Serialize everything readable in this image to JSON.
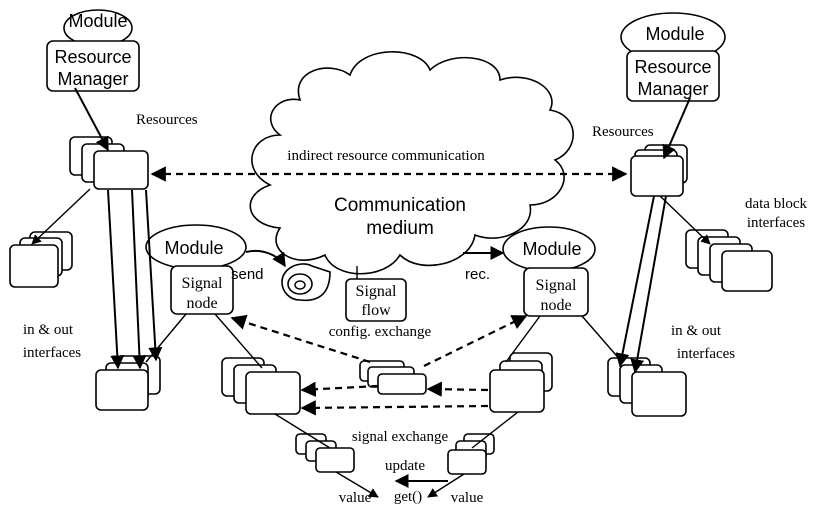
{
  "modules": {
    "left_top": {
      "title": "Module",
      "inner_line1": "Resource",
      "inner_line2": "Manager"
    },
    "right_top": {
      "title": "Module",
      "inner_line1": "Resource",
      "inner_line2": "Manager"
    },
    "left_signal": {
      "title": "Module",
      "inner_line1": "Signal",
      "inner_line2": "node"
    },
    "right_signal": {
      "title": "Module",
      "inner_line1": "Signal",
      "inner_line2": "node"
    }
  },
  "cloud": {
    "line1": "Communication",
    "line2": "medium"
  },
  "signal_flow": {
    "line1": "Signal",
    "line2": "flow"
  },
  "labels": {
    "resources_left": "Resources",
    "resources_right": "Resources",
    "indirect": "indirect resource communication",
    "data_block_line1": "data block",
    "data_block_line2": "interfaces",
    "in_out_left_line1": "in & out",
    "in_out_left_line2": "interfaces",
    "in_out_right_line1": "in & out",
    "in_out_right_line2": "interfaces",
    "send": "send",
    "rec": "rec.",
    "config": "config. exchange",
    "signal_exchange": "signal exchange",
    "update": "update",
    "get": "get()",
    "value_left": "value",
    "value_right": "value"
  }
}
